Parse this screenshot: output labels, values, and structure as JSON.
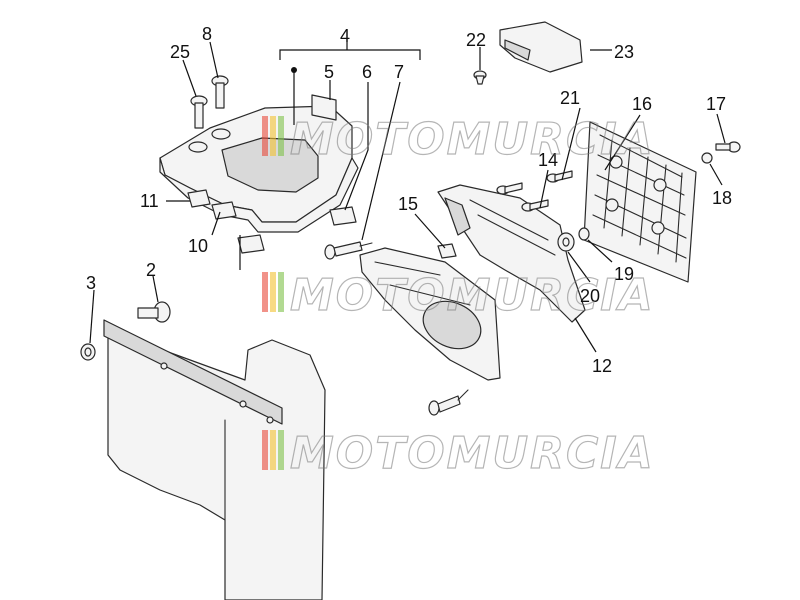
{
  "diagram": {
    "callouts": [
      {
        "id": "c2",
        "text": "2"
      },
      {
        "id": "c3",
        "text": "3"
      },
      {
        "id": "c4",
        "text": "4"
      },
      {
        "id": "c5",
        "text": "5"
      },
      {
        "id": "c6",
        "text": "6"
      },
      {
        "id": "c7",
        "text": "7"
      },
      {
        "id": "c8",
        "text": "8"
      },
      {
        "id": "c10",
        "text": "10"
      },
      {
        "id": "c11",
        "text": "11"
      },
      {
        "id": "c12",
        "text": "12"
      },
      {
        "id": "c14",
        "text": "14"
      },
      {
        "id": "c15",
        "text": "15"
      },
      {
        "id": "c16",
        "text": "16"
      },
      {
        "id": "c17",
        "text": "17"
      },
      {
        "id": "c18",
        "text": "18"
      },
      {
        "id": "c19",
        "text": "19"
      },
      {
        "id": "c20",
        "text": "20"
      },
      {
        "id": "c21",
        "text": "21"
      },
      {
        "id": "c22",
        "text": "22"
      },
      {
        "id": "c23",
        "text": "23"
      },
      {
        "id": "c25",
        "text": "25"
      }
    ]
  },
  "watermark": {
    "text": "MOTOMURCIA",
    "colors": {
      "red": "#e84a3a",
      "yellow": "#f2c230",
      "green": "#7fc24a",
      "outline": "#7a7a7a"
    }
  }
}
